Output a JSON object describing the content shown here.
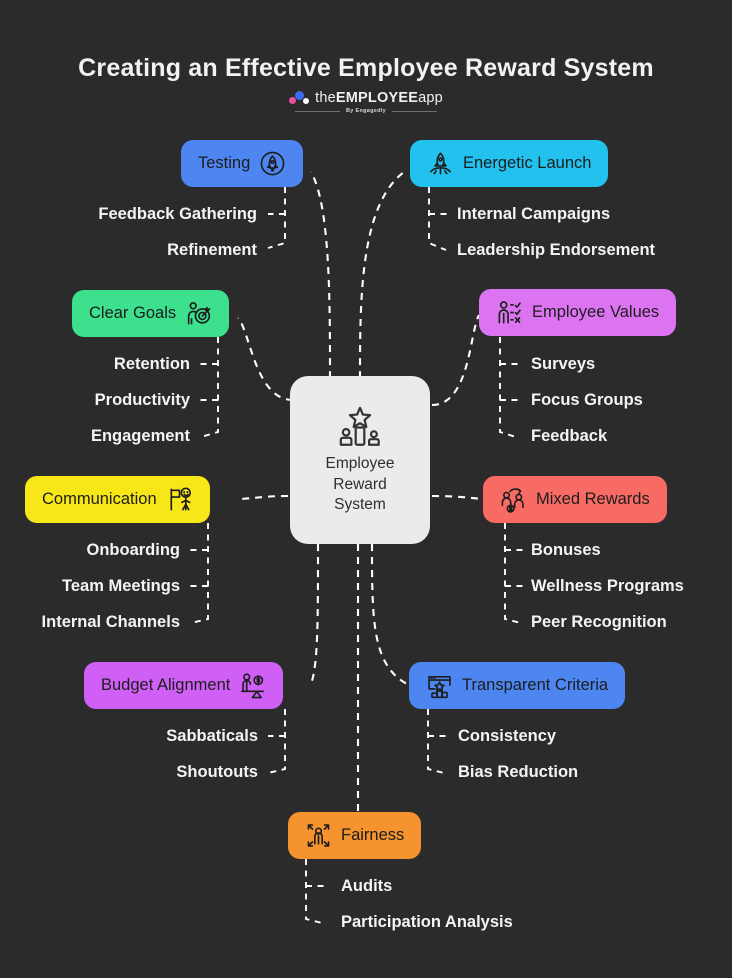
{
  "header": {
    "title": "Creating an Effective Employee Reward System",
    "logo_text_pre": "the",
    "logo_text_bold": "EMPLOYEE",
    "logo_text_post": "app",
    "logo_tagline": "By Engagedly",
    "logo_dot_pink": "#e8509b",
    "logo_dot_blue": "#3b6ef5",
    "logo_dot_white": "#ffffff"
  },
  "theme": {
    "background": "#2b2b2b",
    "center_card_bg": "#ebebeb",
    "center_text": "#2f2f2f",
    "leaf_text": "#f4f4f4",
    "connector": "#ffffff"
  },
  "center": {
    "label": "Employee\nReward\nSystem",
    "line1": "Employee",
    "line2": "Reward",
    "line3": "System",
    "icon": "podium-star-icon"
  },
  "branches": [
    {
      "id": "testing",
      "label": "Testing",
      "color": "#4d86f0",
      "icon": "rocket-circle-icon",
      "icon_side": "right",
      "side": "left",
      "leaves": [
        "Feedback Gathering",
        "Refinement"
      ]
    },
    {
      "id": "energetic-launch",
      "label": "Energetic Launch",
      "color": "#22c1ee",
      "icon": "rocket-launch-icon",
      "icon_side": "left",
      "side": "right",
      "leaves": [
        "Internal Campaigns",
        "Leadership Endorsement"
      ]
    },
    {
      "id": "clear-goals",
      "label": "Clear Goals",
      "color": "#3ce08d",
      "icon": "person-target-icon",
      "icon_side": "right",
      "side": "left",
      "leaves": [
        "Retention",
        "Productivity",
        "Engagement"
      ]
    },
    {
      "id": "employee-values",
      "label": "Employee Values",
      "color": "#dc74f2",
      "icon": "person-checklist-icon",
      "icon_side": "left",
      "side": "right",
      "leaves": [
        "Surveys",
        "Focus Groups",
        "Feedback"
      ]
    },
    {
      "id": "communication",
      "label": "Communication",
      "color": "#f7e618",
      "icon": "presentation-person-icon",
      "icon_side": "right",
      "side": "left",
      "leaves": [
        "Onboarding",
        "Team Meetings",
        "Internal Channels"
      ]
    },
    {
      "id": "mixed-rewards",
      "label": "Mixed Rewards",
      "color": "#f76b64",
      "icon": "people-exchange-money-icon",
      "icon_side": "left",
      "side": "right",
      "leaves": [
        "Bonuses",
        "Wellness Programs",
        "Peer Recognition"
      ]
    },
    {
      "id": "budget-alignment",
      "label": "Budget Alignment",
      "color": "#cf5ff5",
      "icon": "balance-scale-money-icon",
      "icon_side": "right",
      "side": "left",
      "leaves": [
        "Sabbaticals",
        "Shoutouts"
      ]
    },
    {
      "id": "transparent-criteria",
      "label": "Transparent Criteria",
      "color": "#4d86f0",
      "icon": "browser-podium-icon",
      "icon_side": "left",
      "side": "right",
      "leaves": [
        "Consistency",
        "Bias Reduction"
      ]
    },
    {
      "id": "fairness",
      "label": "Fairness",
      "color": "#f5932f",
      "icon": "person-expand-arrows-icon",
      "icon_side": "left",
      "side": "bottom",
      "leaves": [
        "Audits",
        "Participation Analysis"
      ]
    }
  ]
}
